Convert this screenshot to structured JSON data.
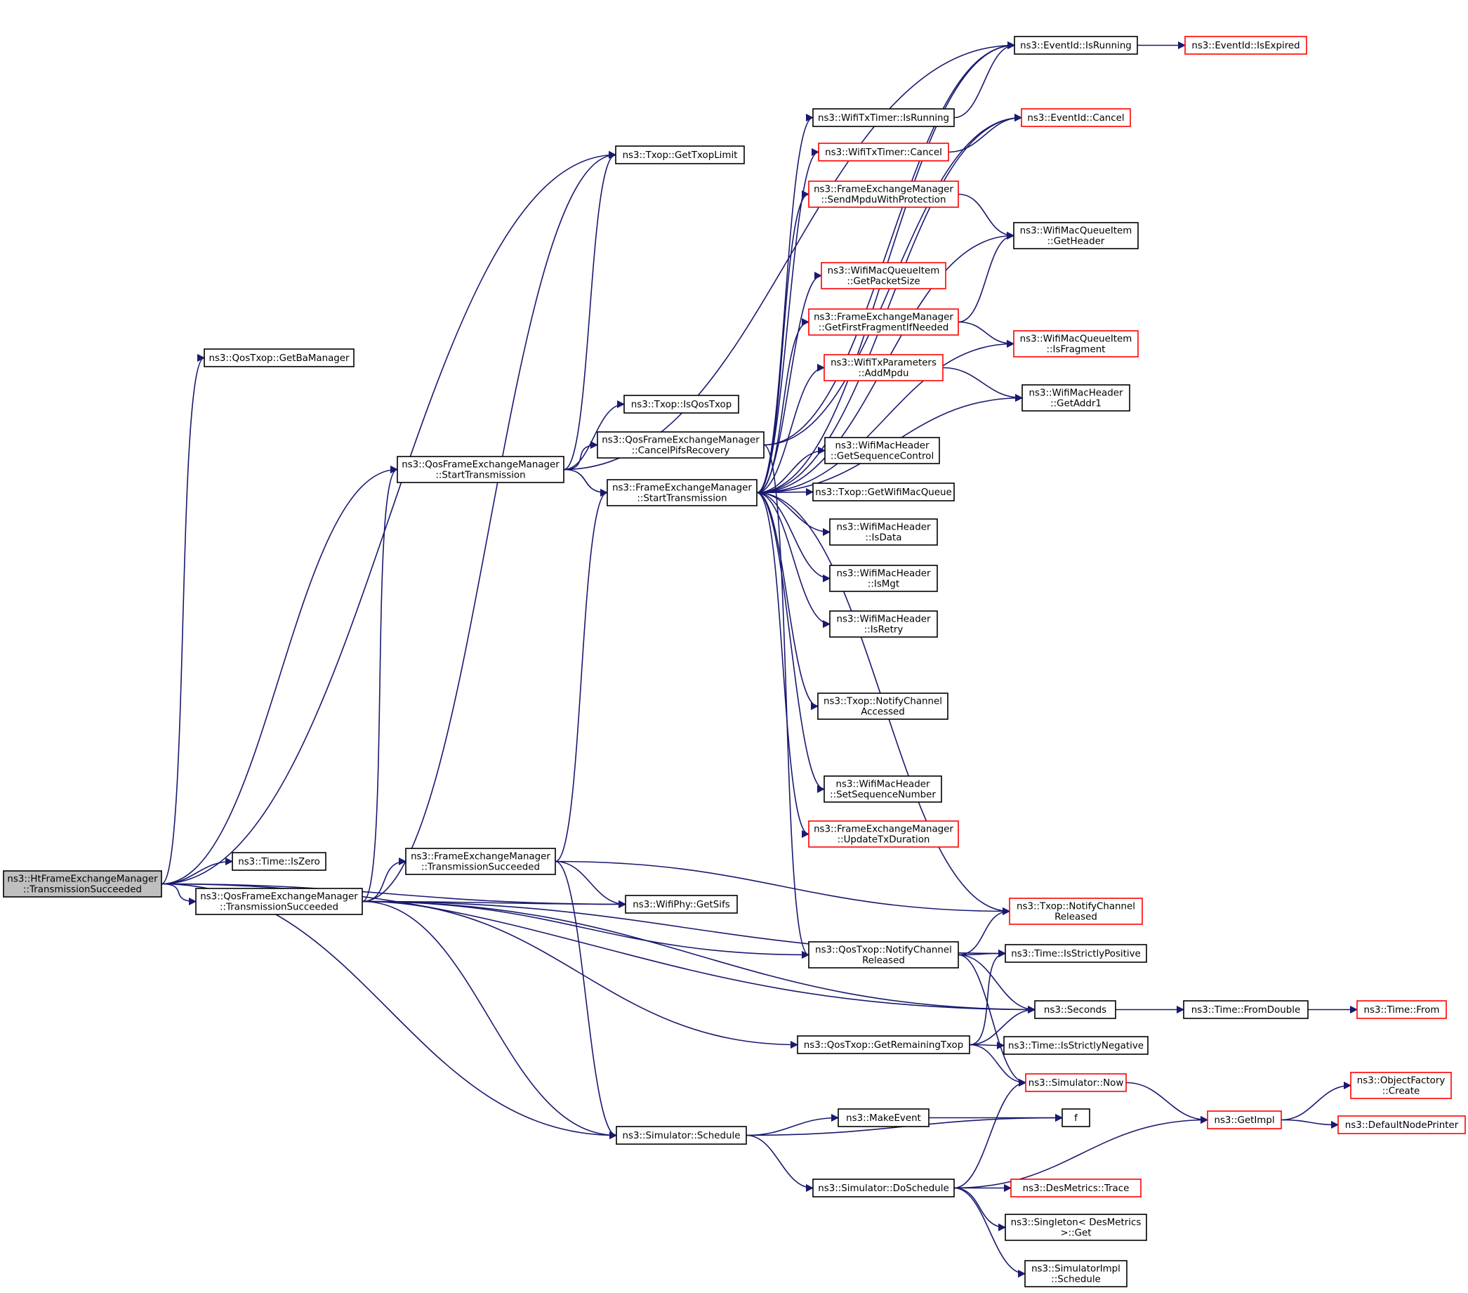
{
  "nodes": [
    {
      "id": "root",
      "lines": [
        "ns3::HtFrameExchangeManager",
        "::TransmissionSucceeded"
      ],
      "style": "root"
    },
    {
      "id": "qos_get_ba_manager",
      "lines": [
        "ns3::QosTxop::GetBaManager"
      ],
      "style": "plain"
    },
    {
      "id": "time_is_zero",
      "lines": [
        "ns3::Time::IsZero"
      ],
      "style": "plain"
    },
    {
      "id": "qos_fem_transmission_succeeded",
      "lines": [
        "ns3::QosFrameExchangeManager",
        "::TransmissionSucceeded"
      ],
      "style": "plain"
    },
    {
      "id": "txop_get_txop_limit",
      "lines": [
        "ns3::Txop::GetTxopLimit"
      ],
      "style": "plain"
    },
    {
      "id": "qos_fem_start_transmission",
      "lines": [
        "ns3::QosFrameExchangeManager",
        "::StartTransmission"
      ],
      "style": "plain"
    },
    {
      "id": "fem_transmission_succeeded",
      "lines": [
        "ns3::FrameExchangeManager",
        "::TransmissionSucceeded"
      ],
      "style": "plain"
    },
    {
      "id": "txop_is_qos_txop",
      "lines": [
        "ns3::Txop::IsQosTxop"
      ],
      "style": "plain"
    },
    {
      "id": "qos_fem_cancel_pifs_recovery",
      "lines": [
        "ns3::QosFrameExchangeManager",
        "::CancelPifsRecovery"
      ],
      "style": "plain"
    },
    {
      "id": "fem_start_transmission",
      "lines": [
        "ns3::FrameExchangeManager",
        "::StartTransmission"
      ],
      "style": "plain"
    },
    {
      "id": "wifiphy_get_sifs",
      "lines": [
        "ns3::WifiPhy::GetSifs"
      ],
      "style": "plain"
    },
    {
      "id": "simulator_schedule",
      "lines": [
        "ns3::Simulator::Schedule"
      ],
      "style": "plain"
    },
    {
      "id": "wifitxtimer_is_running",
      "lines": [
        "ns3::WifiTxTimer::IsRunning"
      ],
      "style": "plain"
    },
    {
      "id": "wifitxtimer_cancel",
      "lines": [
        "ns3::WifiTxTimer::Cancel"
      ],
      "style": "red"
    },
    {
      "id": "fem_send_mpdu_with_protection",
      "lines": [
        "ns3::FrameExchangeManager",
        "::SendMpduWithProtection"
      ],
      "style": "red"
    },
    {
      "id": "wifimacqueueitem_get_packet_size",
      "lines": [
        "ns3::WifiMacQueueItem",
        "::GetPacketSize"
      ],
      "style": "red"
    },
    {
      "id": "fem_get_first_fragment_if_needed",
      "lines": [
        "ns3::FrameExchangeManager",
        "::GetFirstFragmentIfNeeded"
      ],
      "style": "red"
    },
    {
      "id": "wifitxparameters_add_mpdu",
      "lines": [
        "ns3::WifiTxParameters",
        "::AddMpdu"
      ],
      "style": "red"
    },
    {
      "id": "wifimacheader_get_sequence_control",
      "lines": [
        "ns3::WifiMacHeader",
        "::GetSequenceControl"
      ],
      "style": "plain"
    },
    {
      "id": "txop_get_wifi_mac_queue",
      "lines": [
        "ns3::Txop::GetWifiMacQueue"
      ],
      "style": "plain"
    },
    {
      "id": "wifimacheader_is_data",
      "lines": [
        "ns3::WifiMacHeader",
        "::IsData"
      ],
      "style": "plain"
    },
    {
      "id": "wifimacheader_is_mgt",
      "lines": [
        "ns3::WifiMacHeader",
        "::IsMgt"
      ],
      "style": "plain"
    },
    {
      "id": "wifimacheader_is_retry",
      "lines": [
        "ns3::WifiMacHeader",
        "::IsRetry"
      ],
      "style": "plain"
    },
    {
      "id": "txop_notify_channel_accessed",
      "lines": [
        "ns3::Txop::NotifyChannel",
        "Accessed"
      ],
      "style": "plain"
    },
    {
      "id": "wifimacheader_set_sequence_number",
      "lines": [
        "ns3::WifiMacHeader",
        "::SetSequenceNumber"
      ],
      "style": "plain"
    },
    {
      "id": "fem_update_tx_duration",
      "lines": [
        "ns3::FrameExchangeManager",
        "::UpdateTxDuration"
      ],
      "style": "red"
    },
    {
      "id": "qostxop_notify_channel_released",
      "lines": [
        "ns3::QosTxop::NotifyChannel",
        "Released"
      ],
      "style": "plain"
    },
    {
      "id": "qostxop_get_remaining_txop",
      "lines": [
        "ns3::QosTxop::GetRemainingTxop"
      ],
      "style": "plain"
    },
    {
      "id": "make_event",
      "lines": [
        "ns3::MakeEvent"
      ],
      "style": "plain"
    },
    {
      "id": "simulator_do_schedule",
      "lines": [
        "ns3::Simulator::DoSchedule"
      ],
      "style": "plain"
    },
    {
      "id": "eventid_is_running",
      "lines": [
        "ns3::EventId::IsRunning"
      ],
      "style": "plain"
    },
    {
      "id": "eventid_cancel",
      "lines": [
        "ns3::EventId::Cancel"
      ],
      "style": "red"
    },
    {
      "id": "wifimacqueueitem_get_header",
      "lines": [
        "ns3::WifiMacQueueItem",
        "::GetHeader"
      ],
      "style": "plain"
    },
    {
      "id": "wifimacqueueitem_is_fragment",
      "lines": [
        "ns3::WifiMacQueueItem",
        "::IsFragment"
      ],
      "style": "red"
    },
    {
      "id": "wifimacheader_get_addr1",
      "lines": [
        "ns3::WifiMacHeader",
        "::GetAddr1"
      ],
      "style": "plain"
    },
    {
      "id": "txop_notify_channel_released",
      "lines": [
        "ns3::Txop::NotifyChannel",
        "Released"
      ],
      "style": "red"
    },
    {
      "id": "time_is_strictly_positive",
      "lines": [
        "ns3::Time::IsStrictlyPositive"
      ],
      "style": "plain"
    },
    {
      "id": "seconds",
      "lines": [
        "ns3::Seconds"
      ],
      "style": "plain"
    },
    {
      "id": "time_is_strictly_negative",
      "lines": [
        "ns3::Time::IsStrictlyNegative"
      ],
      "style": "plain"
    },
    {
      "id": "simulator_now",
      "lines": [
        "ns3::Simulator::Now"
      ],
      "style": "red"
    },
    {
      "id": "f",
      "lines": [
        "f"
      ],
      "style": "plain"
    },
    {
      "id": "desmetrics_trace",
      "lines": [
        "ns3::DesMetrics::Trace"
      ],
      "style": "red"
    },
    {
      "id": "singleton_desmetrics_get",
      "lines": [
        "ns3::Singleton< DesMetrics",
        ">::Get"
      ],
      "style": "plain"
    },
    {
      "id": "simulatorimpl_schedule",
      "lines": [
        "ns3::SimulatorImpl",
        "::Schedule"
      ],
      "style": "plain"
    },
    {
      "id": "eventid_is_expired",
      "lines": [
        "ns3::EventId::IsExpired"
      ],
      "style": "red"
    },
    {
      "id": "time_from_double",
      "lines": [
        "ns3::Time::FromDouble"
      ],
      "style": "plain"
    },
    {
      "id": "time_from",
      "lines": [
        "ns3::Time::From"
      ],
      "style": "red"
    },
    {
      "id": "get_impl",
      "lines": [
        "ns3::GetImpl"
      ],
      "style": "red"
    },
    {
      "id": "objectfactory_create",
      "lines": [
        "ns3::ObjectFactory",
        "::Create"
      ],
      "style": "red"
    },
    {
      "id": "default_node_printer",
      "lines": [
        "ns3::DefaultNodePrinter"
      ],
      "style": "red"
    }
  ],
  "edges": [
    [
      "root",
      "qos_get_ba_manager"
    ],
    [
      "root",
      "txop_get_txop_limit"
    ],
    [
      "root",
      "time_is_zero"
    ],
    [
      "root",
      "qos_fem_transmission_succeeded"
    ],
    [
      "root",
      "qos_fem_start_transmission"
    ],
    [
      "root",
      "wifiphy_get_sifs"
    ],
    [
      "root",
      "seconds"
    ],
    [
      "root",
      "simulator_schedule"
    ],
    [
      "qos_fem_transmission_succeeded",
      "qos_fem_start_transmission"
    ],
    [
      "qos_fem_transmission_succeeded",
      "txop_get_txop_limit"
    ],
    [
      "qos_fem_transmission_succeeded",
      "fem_transmission_succeeded"
    ],
    [
      "qos_fem_transmission_succeeded",
      "wifiphy_get_sifs"
    ],
    [
      "qos_fem_transmission_succeeded",
      "qostxop_notify_channel_released"
    ],
    [
      "qos_fem_transmission_succeeded",
      "time_is_strictly_positive"
    ],
    [
      "qos_fem_transmission_succeeded",
      "seconds"
    ],
    [
      "qos_fem_transmission_succeeded",
      "qostxop_get_remaining_txop"
    ],
    [
      "qos_fem_transmission_succeeded",
      "simulator_schedule"
    ],
    [
      "qos_fem_start_transmission",
      "txop_get_txop_limit"
    ],
    [
      "qos_fem_start_transmission",
      "txop_is_qos_txop"
    ],
    [
      "qos_fem_start_transmission",
      "qos_fem_cancel_pifs_recovery"
    ],
    [
      "qos_fem_start_transmission",
      "fem_start_transmission"
    ],
    [
      "qos_fem_start_transmission",
      "eventid_is_running"
    ],
    [
      "qos_fem_cancel_pifs_recovery",
      "eventid_is_running"
    ],
    [
      "qos_fem_cancel_pifs_recovery",
      "eventid_cancel"
    ],
    [
      "qos_fem_cancel_pifs_recovery",
      "qostxop_notify_channel_released"
    ],
    [
      "fem_transmission_succeeded",
      "fem_start_transmission"
    ],
    [
      "fem_transmission_succeeded",
      "wifiphy_get_sifs"
    ],
    [
      "fem_transmission_succeeded",
      "txop_notify_channel_released"
    ],
    [
      "fem_transmission_succeeded",
      "simulator_schedule"
    ],
    [
      "fem_start_transmission",
      "wifitxtimer_is_running"
    ],
    [
      "fem_start_transmission",
      "wifitxtimer_cancel"
    ],
    [
      "fem_start_transmission",
      "fem_send_mpdu_with_protection"
    ],
    [
      "fem_start_transmission",
      "wifimacqueueitem_get_packet_size"
    ],
    [
      "fem_start_transmission",
      "fem_get_first_fragment_if_needed"
    ],
    [
      "fem_start_transmission",
      "wifitxparameters_add_mpdu"
    ],
    [
      "fem_start_transmission",
      "wifimacheader_get_sequence_control"
    ],
    [
      "fem_start_transmission",
      "txop_get_wifi_mac_queue"
    ],
    [
      "fem_start_transmission",
      "wifimacheader_is_data"
    ],
    [
      "fem_start_transmission",
      "wifimacheader_is_mgt"
    ],
    [
      "fem_start_transmission",
      "wifimacheader_is_retry"
    ],
    [
      "fem_start_transmission",
      "txop_notify_channel_accessed"
    ],
    [
      "fem_start_transmission",
      "wifimacheader_set_sequence_number"
    ],
    [
      "fem_start_transmission",
      "fem_update_tx_duration"
    ],
    [
      "fem_start_transmission",
      "eventid_is_running"
    ],
    [
      "fem_start_transmission",
      "eventid_cancel"
    ],
    [
      "fem_start_transmission",
      "wifimacqueueitem_get_header"
    ],
    [
      "fem_start_transmission",
      "wifimacqueueitem_is_fragment"
    ],
    [
      "fem_start_transmission",
      "wifimacheader_get_addr1"
    ],
    [
      "fem_start_transmission",
      "txop_notify_channel_released"
    ],
    [
      "wifitxtimer_is_running",
      "eventid_is_running"
    ],
    [
      "wifitxtimer_cancel",
      "eventid_cancel"
    ],
    [
      "fem_send_mpdu_with_protection",
      "wifimacqueueitem_get_header"
    ],
    [
      "fem_get_first_fragment_if_needed",
      "wifimacqueueitem_get_header"
    ],
    [
      "fem_get_first_fragment_if_needed",
      "wifimacqueueitem_is_fragment"
    ],
    [
      "wifitxparameters_add_mpdu",
      "wifimacheader_get_addr1"
    ],
    [
      "eventid_is_running",
      "eventid_is_expired"
    ],
    [
      "qostxop_notify_channel_released",
      "txop_notify_channel_released"
    ],
    [
      "qostxop_notify_channel_released",
      "time_is_strictly_positive"
    ],
    [
      "qostxop_notify_channel_released",
      "seconds"
    ],
    [
      "qostxop_notify_channel_released",
      "simulator_now"
    ],
    [
      "qostxop_get_remaining_txop",
      "time_is_strictly_positive"
    ],
    [
      "qostxop_get_remaining_txop",
      "seconds"
    ],
    [
      "qostxop_get_remaining_txop",
      "time_is_strictly_negative"
    ],
    [
      "qostxop_get_remaining_txop",
      "simulator_now"
    ],
    [
      "seconds",
      "time_from_double"
    ],
    [
      "time_from_double",
      "time_from"
    ],
    [
      "simulator_schedule",
      "make_event"
    ],
    [
      "simulator_schedule",
      "f"
    ],
    [
      "simulator_schedule",
      "simulator_do_schedule"
    ],
    [
      "make_event",
      "f"
    ],
    [
      "simulator_do_schedule",
      "simulator_now"
    ],
    [
      "simulator_do_schedule",
      "get_impl"
    ],
    [
      "simulator_do_schedule",
      "desmetrics_trace"
    ],
    [
      "simulator_do_schedule",
      "singleton_desmetrics_get"
    ],
    [
      "simulator_do_schedule",
      "simulatorimpl_schedule"
    ],
    [
      "simulator_now",
      "get_impl"
    ],
    [
      "get_impl",
      "objectfactory_create"
    ],
    [
      "get_impl",
      "default_node_printer"
    ]
  ]
}
